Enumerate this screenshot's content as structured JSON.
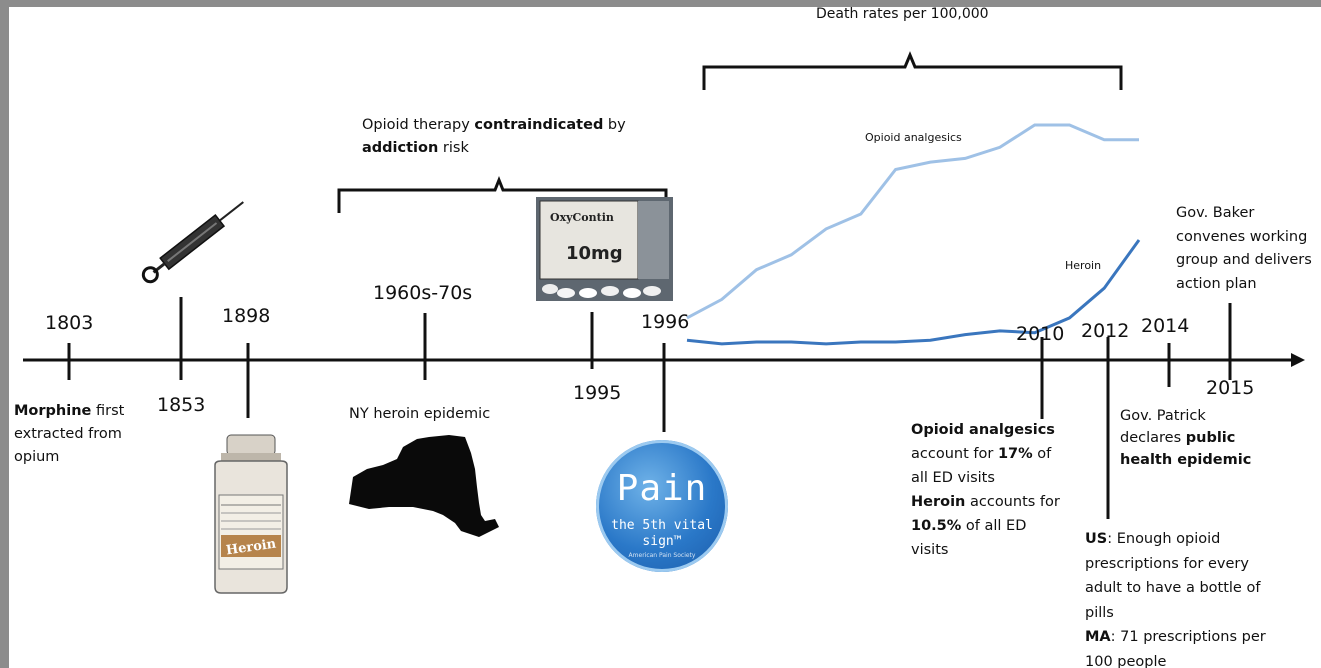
{
  "header": {
    "death_rates_title": "Death rates per 100,000"
  },
  "bracket_note": {
    "line1_pre": "Opioid therapy ",
    "line1_bold": "contraindicated",
    "line1_post": " by",
    "line2_bold": "addiction",
    "line2_post": " risk"
  },
  "years": {
    "y1803": "1803",
    "y1853": "1853",
    "y1898": "1898",
    "y1960": "1960s-70s",
    "y1995": "1995",
    "y1996": "1996",
    "y2010": "2010",
    "y2012": "2012",
    "y2014": "2014",
    "y2015": "2015"
  },
  "events": {
    "morphine_bold": "Morphine",
    "morphine_rest1": " first",
    "morphine_line2": "extracted from",
    "morphine_line3": "opium",
    "ny_heroin": "NY heroin epidemic",
    "e2010_l1_bold": "Opioid analgesics",
    "e2010_l2_pre": "account for ",
    "e2010_l2_bold": "17%",
    "e2010_l2_post": " of",
    "e2010_l3": "all ED visits",
    "e2010_l4_bold": "Heroin",
    "e2010_l4_post": " accounts for",
    "e2010_l5_bold": "10.5%",
    "e2010_l5_post": " of all ED",
    "e2010_l6": "visits",
    "e2014_l1": "Gov. Patrick",
    "e2014_l2_pre": "declares ",
    "e2014_l2_bold": "public",
    "e2014_l3_bold": "health epidemic",
    "e2012_l1_bold": "US",
    "e2012_l1_post": ": Enough opioid",
    "e2012_l2": "prescriptions for every",
    "e2012_l3": "adult to have a bottle of",
    "e2012_l4": "pills",
    "e2012_l5_bold": "MA",
    "e2012_l5_post": ": 71 prescriptions per",
    "e2012_l6": "100 people",
    "e2015_l1": "Gov. Baker",
    "e2015_l2": "convenes working",
    "e2015_l3": "group and delivers",
    "e2015_l4": "action plan"
  },
  "chart": {
    "series_opioid": "Opioid analgesics",
    "series_heroin": "Heroin"
  },
  "images": {
    "pain_word": "Pain",
    "pain_sub_l1": "the 5th vital",
    "pain_sub_l2": "sign™",
    "pain_tiny": "American Pain Society",
    "heroin_bottle_label": "Heroin",
    "oxycontin_label": "OxyContin",
    "oxycontin_dose": "10mg"
  },
  "chart_data": {
    "type": "line",
    "title": "Death rates per 100,000",
    "series": [
      {
        "name": "Opioid analgesics",
        "values": [
          1.0,
          1.5,
          2.3,
          2.7,
          3.4,
          3.8,
          5.0,
          5.2,
          5.3,
          5.6,
          6.2,
          6.2,
          5.8,
          5.8
        ]
      },
      {
        "name": "Heroin",
        "values": [
          0.4,
          0.3,
          0.35,
          0.35,
          0.3,
          0.35,
          0.35,
          0.4,
          0.55,
          0.65,
          0.6,
          1.0,
          1.8,
          3.1
        ]
      }
    ],
    "colors": {
      "Opioid analgesics": "#9fc1e6",
      "Heroin": "#3a76be"
    }
  }
}
